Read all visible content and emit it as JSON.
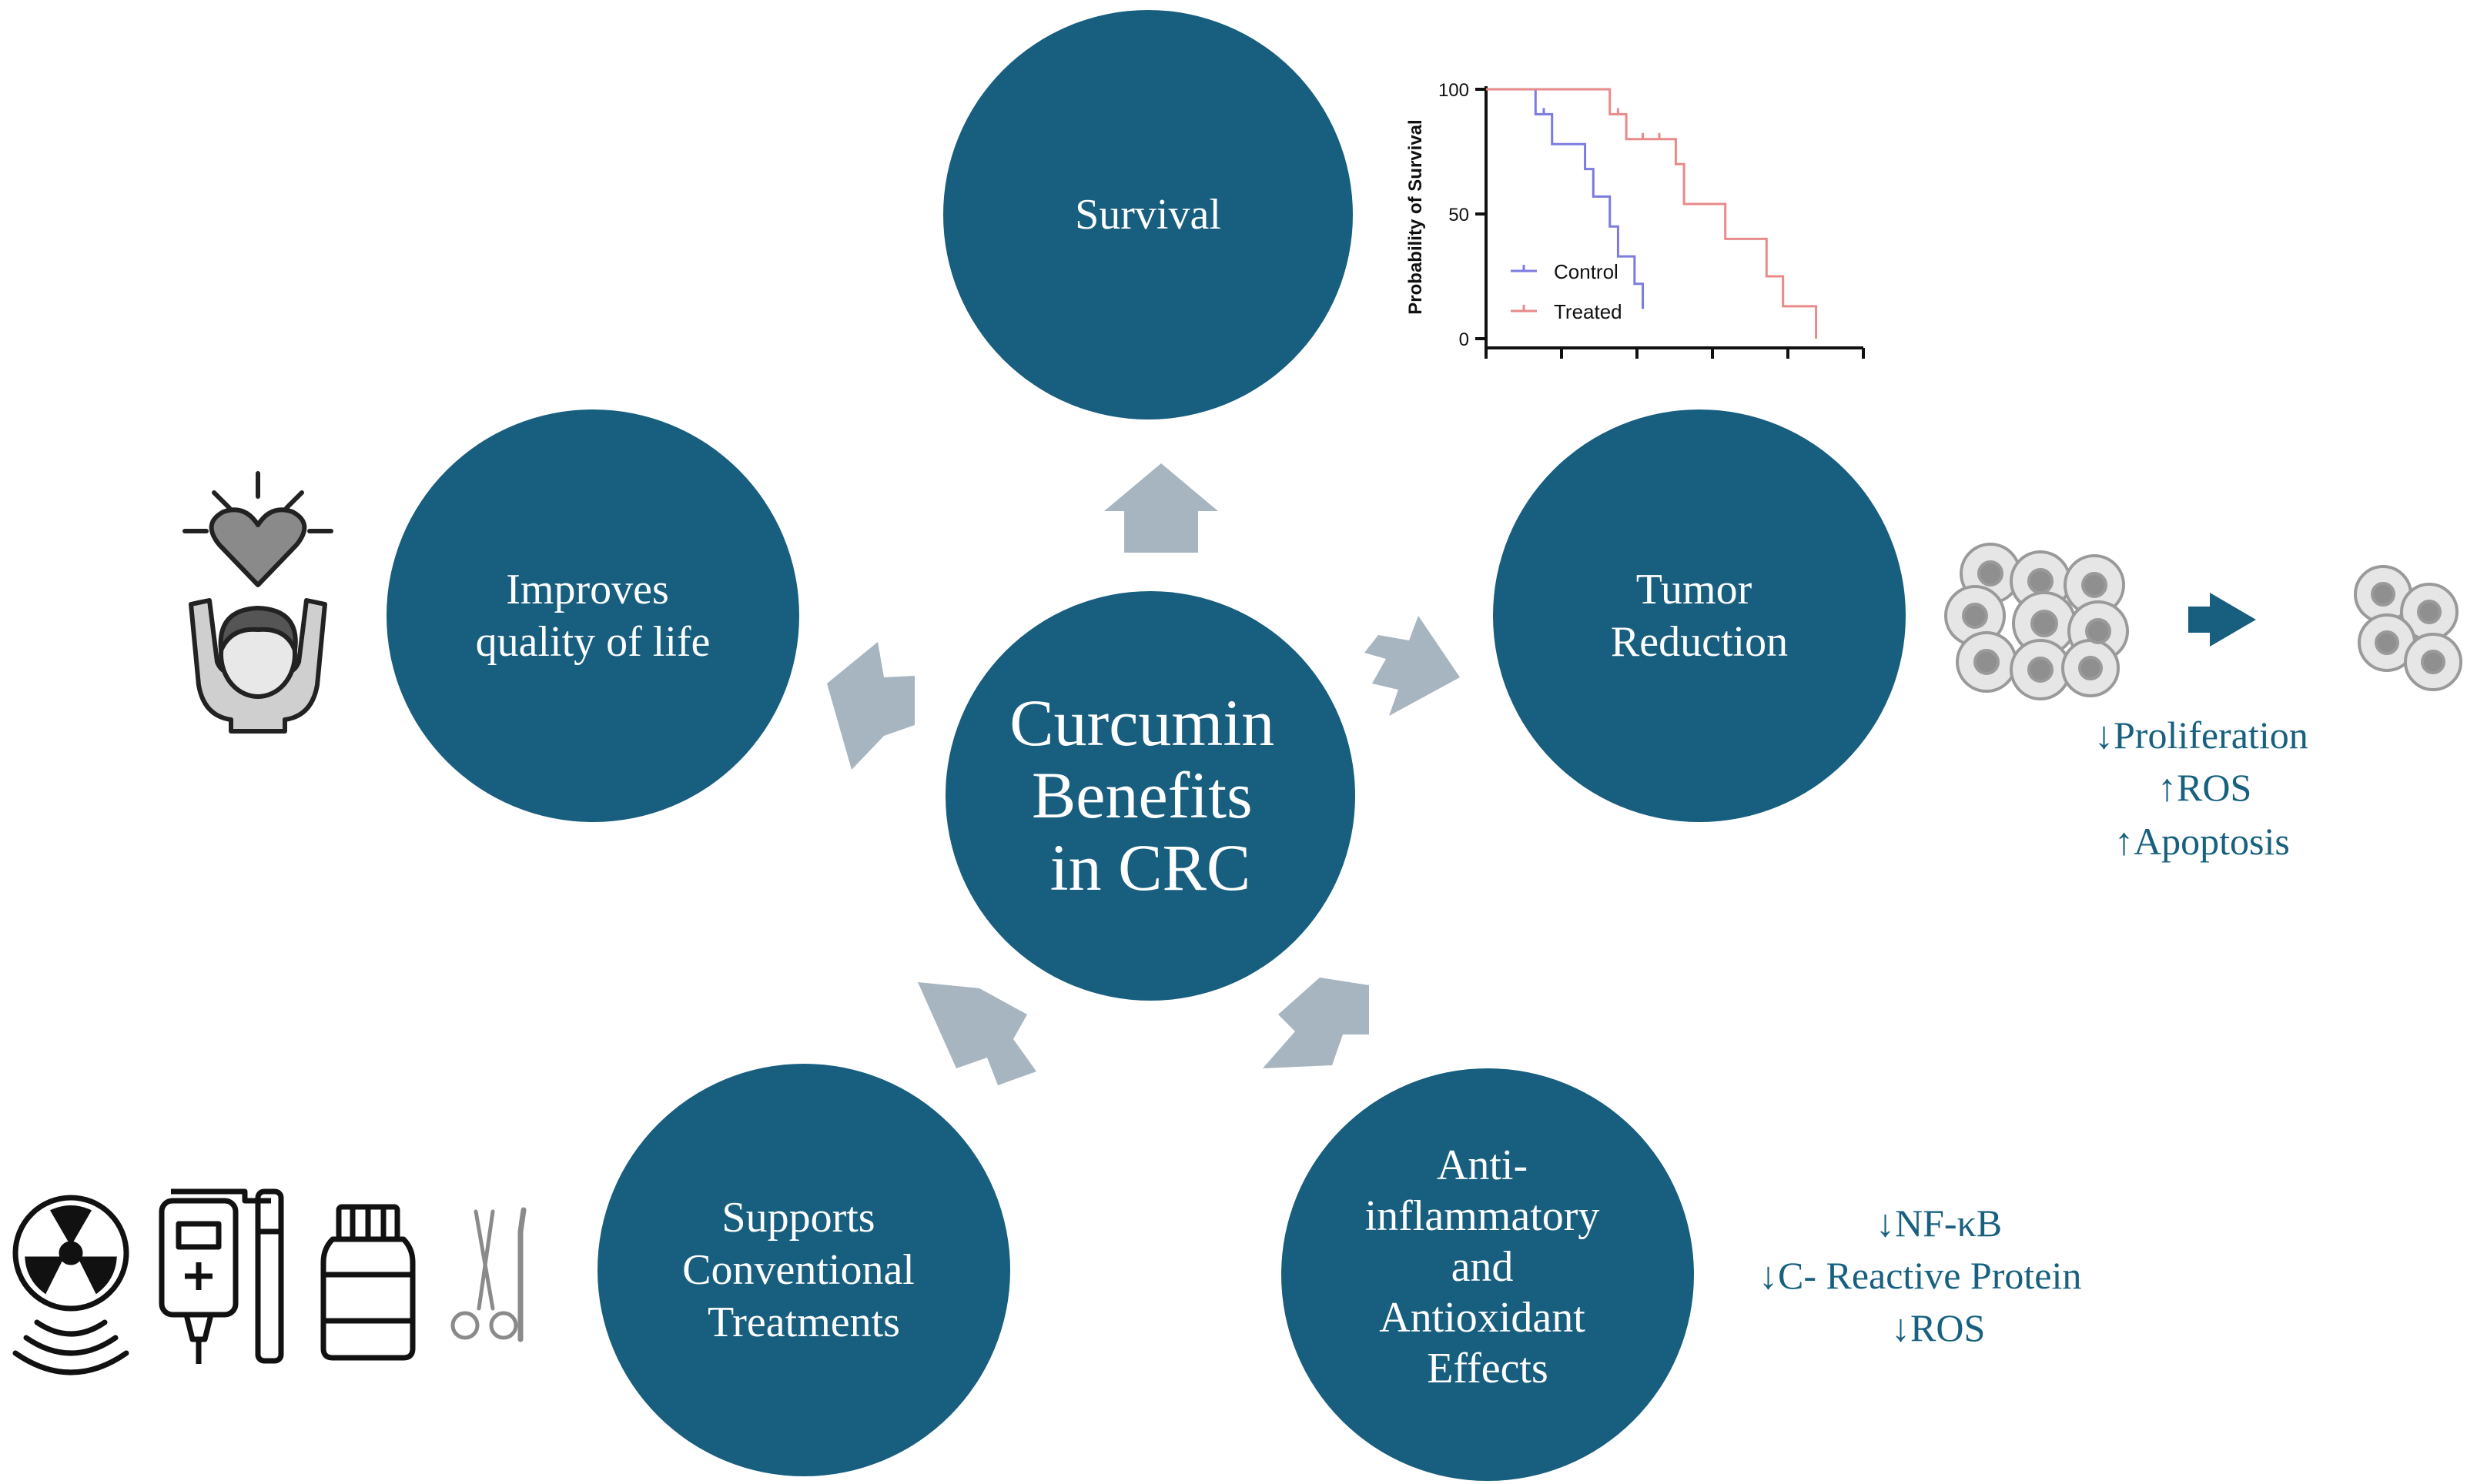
{
  "center": {
    "lines": [
      "Curcumin",
      "Benefits",
      "in CRC"
    ]
  },
  "benefits": {
    "survival": {
      "lines": [
        "Survival"
      ]
    },
    "tumor": {
      "lines": [
        "Tumor",
        "Reduction"
      ]
    },
    "quality": {
      "lines": [
        "Improves",
        "quality of life"
      ]
    },
    "conventional": {
      "lines": [
        "Supports",
        "Conventional",
        "Treatments"
      ]
    },
    "anti": {
      "lines": [
        "Anti-",
        "inflammatory",
        "and",
        "Antioxidant",
        "Effects"
      ]
    }
  },
  "tumor_effects": [
    {
      "arrow": "↓",
      "text": "Proliferation"
    },
    {
      "arrow": "↑",
      "text": "ROS"
    },
    {
      "arrow": "↑",
      "text": "Apoptosis"
    }
  ],
  "anti_effects": [
    {
      "arrow": "↓",
      "text": "NF-κB"
    },
    {
      "arrow": "↓",
      "text": "C- Reactive Protein"
    },
    {
      "arrow": "↓",
      "text": "ROS"
    }
  ],
  "icons": {
    "quality": "person-heart-icon",
    "tumor_before": "cell-cluster-icon",
    "tumor_arrow": "right-arrow-icon",
    "tumor_after": "reduced-cells-icon",
    "treatments": [
      "radiation-icon",
      "iv-drip-icon",
      "medicine-bottle-icon",
      "surgical-tools-icon"
    ]
  },
  "colors": {
    "circle": "#175e7f",
    "arrow": "#a7b5c1",
    "effect_text": "#17607f",
    "control": "#7b7be0",
    "treated": "#e88a8a"
  },
  "chart_data": {
    "type": "line",
    "title": "",
    "xlabel": "",
    "ylabel": "Probability of Survival",
    "ylim": [
      0,
      100
    ],
    "yticks": [
      "0",
      "50",
      "100"
    ],
    "legend": "left-bottom",
    "series": [
      {
        "name": "Control",
        "step": true,
        "points": [
          [
            0,
            100
          ],
          [
            6,
            100
          ],
          [
            6,
            90
          ],
          [
            8,
            90
          ],
          [
            8,
            78
          ],
          [
            12,
            78
          ],
          [
            12,
            68
          ],
          [
            13,
            68
          ],
          [
            13,
            57
          ],
          [
            15,
            57
          ],
          [
            15,
            45
          ],
          [
            16,
            45
          ],
          [
            16,
            33
          ],
          [
            18,
            33
          ],
          [
            18,
            22
          ],
          [
            19,
            22
          ],
          [
            19,
            12
          ]
        ],
        "censored": [
          [
            7,
            90
          ],
          [
            19,
            12
          ]
        ]
      },
      {
        "name": "Treated",
        "step": true,
        "points": [
          [
            0,
            100
          ],
          [
            15,
            100
          ],
          [
            15,
            90
          ],
          [
            17,
            90
          ],
          [
            17,
            80
          ],
          [
            23,
            80
          ],
          [
            23,
            70
          ],
          [
            24,
            70
          ],
          [
            24,
            54
          ],
          [
            29,
            54
          ],
          [
            29,
            40
          ],
          [
            34,
            40
          ],
          [
            34,
            25
          ],
          [
            36,
            25
          ],
          [
            36,
            13
          ],
          [
            40,
            13
          ],
          [
            40,
            0
          ]
        ],
        "censored": [
          [
            16,
            90
          ],
          [
            19,
            80
          ],
          [
            21,
            80
          ]
        ]
      }
    ],
    "xlim": [
      0,
      42
    ]
  }
}
